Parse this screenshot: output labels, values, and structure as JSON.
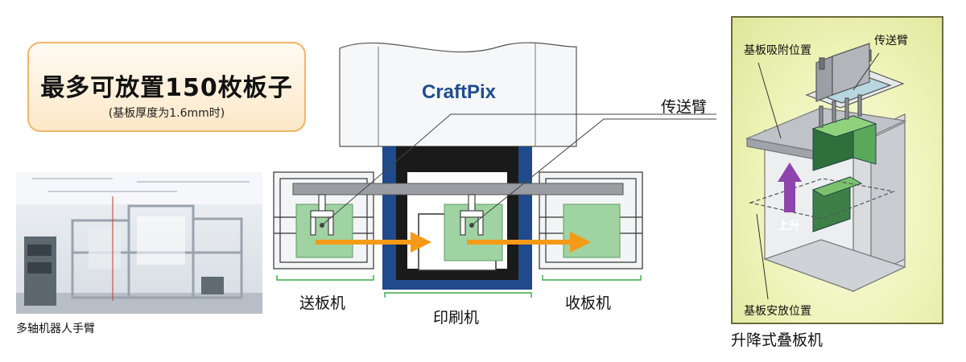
{
  "callout": {
    "title": "最多可放置150枚板子",
    "subtitle": "(基板厚度为1.6mm时)"
  },
  "photo_caption": "多轴机器人手臂",
  "printer": {
    "brand": "CraftPix",
    "label": "印刷机"
  },
  "loader_label": "送板机",
  "unloader_label": "收板机",
  "transfer_arm_label": "传送臂",
  "stacker": {
    "title": "升降式叠板机",
    "pickup_position": "基板吸附位置",
    "transfer_arm": "传送臂",
    "rise": "上升",
    "placement_position": "基板安放位置"
  },
  "colors": {
    "printer_blue": "#1f4a8c",
    "board_green": "#9fd3a2",
    "arrow_orange": "#f59a17",
    "bracket_green": "#3aa84a",
    "rise_purple": "#8e44ad"
  }
}
